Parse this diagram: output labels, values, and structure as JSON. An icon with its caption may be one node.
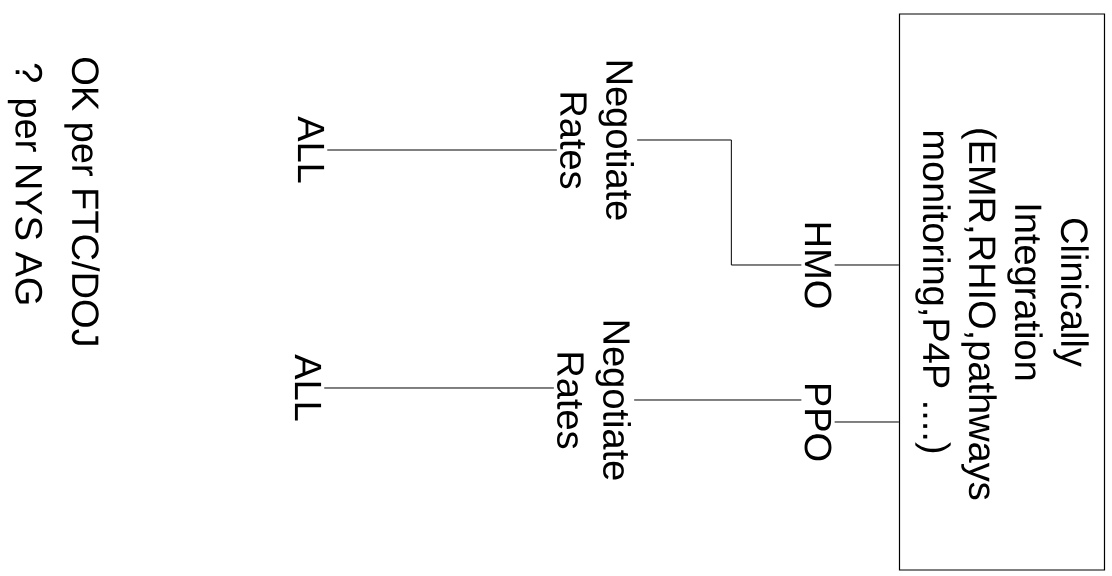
{
  "diagram": {
    "nodes": [
      {
        "text": [
          "Clinically Integration (EMR,RHIO,pathways monitoring,P4P ....)"
        ]
      },
      {
        "text": [
          "HMO"
        ]
      },
      {
        "text": [
          "PPO"
        ]
      },
      {
        "text": [
          "Negotiate Rates"
        ]
      },
      {
        "text": [
          "Negotiate Rates"
        ]
      },
      {
        "text": [
          "ALL"
        ]
      },
      {
        "text": [
          "ALL"
        ]
      }
    ],
    "edges": [
      {
        "from": 0,
        "to": 1,
        "arrow": "none"
      },
      {
        "from": 0,
        "to": 2,
        "arrow": "none"
      },
      {
        "from": 1,
        "to": 3,
        "arrow": "none"
      },
      {
        "from": 2,
        "to": 4,
        "arrow": "none"
      },
      {
        "from": 3,
        "to": 5,
        "arrow": "none"
      },
      {
        "from": 4,
        "to": 6,
        "arrow": "none"
      }
    ],
    "labels": [
      "OK per FTC/DOJ",
      "? per NYS AG"
    ]
  }
}
